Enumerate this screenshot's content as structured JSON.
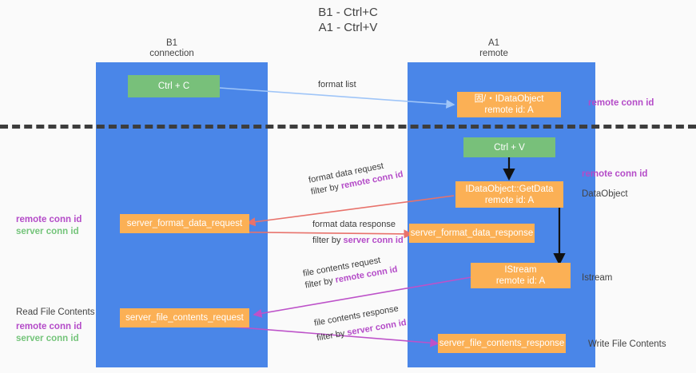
{
  "title": {
    "line1": "B1 - Ctrl+C",
    "line2": "A1 - Ctrl+V"
  },
  "columns": {
    "left": {
      "name": "B1",
      "role": "connection"
    },
    "right": {
      "name": "A1",
      "role": "remote"
    }
  },
  "nodes": {
    "ctrl_c": {
      "label": "Ctrl + C",
      "color": "#78c07a"
    },
    "data_object": {
      "line1": "固/・IDataObject",
      "line2": "remote id: A",
      "color": "#fbb055"
    },
    "ctrl_v": {
      "label": "Ctrl + V",
      "color": "#78c07a"
    },
    "get_data": {
      "line1": "IDataObject::GetData",
      "line2": "remote id: A",
      "color": "#fbb055"
    },
    "server_format_data_request": {
      "label": "server_format_data_request",
      "color": "#fbb055"
    },
    "server_format_data_response": {
      "label": "server_format_data_response",
      "color": "#fbb055"
    },
    "istream": {
      "line1": "IStream",
      "line2": "remote id: A",
      "color": "#fbb055"
    },
    "server_file_contents_request": {
      "label": "server_file_contents_request",
      "color": "#fbb055"
    },
    "server_file_contents_response": {
      "label": "server_file_contents_response",
      "color": "#fbb055"
    }
  },
  "edges": {
    "format_list": {
      "label": "format list",
      "color": "#9fc5f8"
    },
    "format_data_request": {
      "line1": "format data request",
      "line2_prefix": "filter by ",
      "line2_key": "remote conn id",
      "color": "#e8726b"
    },
    "format_data_response": {
      "line1": "format data response",
      "line2_prefix": "filter by ",
      "line2_key": "server conn id",
      "color": "#e8726b"
    },
    "file_contents_request": {
      "line1": "file contents request",
      "line2_prefix": "filter by ",
      "line2_key": "remote conn id",
      "color": "#c councils"
    },
    "file_contents_request_color": "#c council",
    "file_contents_response": {
      "line1": "file contents response",
      "line2_prefix": "filter by ",
      "line2_key": "server conn id",
      "color": "#bd52c9"
    }
  },
  "annotations": {
    "right_remote_conn_id_top": "remote conn id",
    "right_remote_conn_id_mid": "remote conn id",
    "right_data_object": "DataObject",
    "right_istream": "Istream",
    "right_write_file_contents": "Write File Contents",
    "left_remote_conn_id_mid": "remote conn id",
    "left_server_conn_id_mid": "server conn id",
    "left_read_file_contents": "Read File Contents",
    "left_remote_conn_id_bottom": "remote conn id",
    "left_server_conn_id_bottom": "server conn id"
  },
  "colors": {
    "lane": "#4a86e8",
    "green_box": "#78c07a",
    "orange_box": "#fbb055",
    "purple_key": "#b44bc8",
    "green_key": "#74c47a",
    "red_arrow": "#e8726b",
    "magenta_arrow": "#bd52c9",
    "light_blue_arrow": "#9fc5f8",
    "separator": "#3d3d3d",
    "background": "#fafafa"
  }
}
